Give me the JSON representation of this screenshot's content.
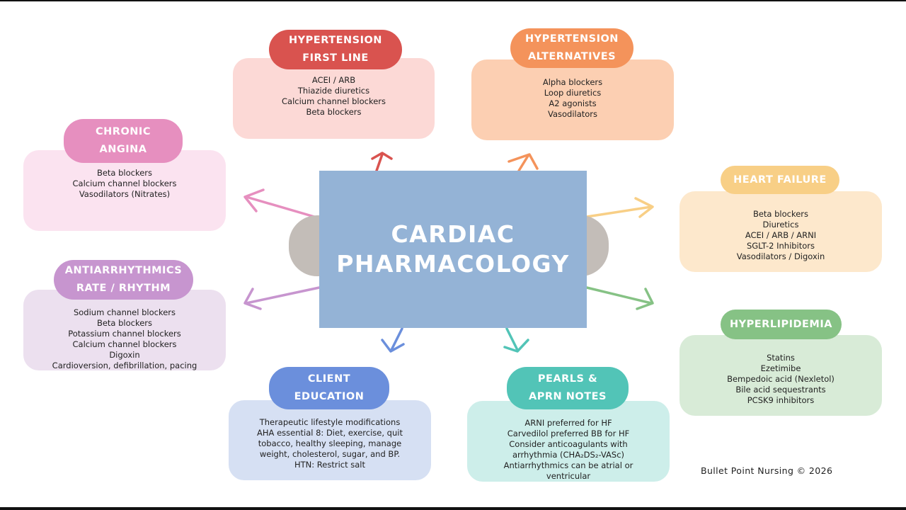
{
  "title": [
    "CARDIAC",
    "PHARMACOLOGY"
  ],
  "footer": "Bullet Point Nursing © 2026",
  "colors": {
    "center": "#94b3d6",
    "hypertension_first_line": "#d9534f",
    "hypertension_alternatives": "#f4935b",
    "chronic_angina": "#e68fbf",
    "heart_failure": "#f8cf86",
    "antiarrhythmics": "#c795cf",
    "hyperlipidemia": "#86c285",
    "client_education": "#6b8fdc",
    "pearls": "#52c4b7"
  },
  "nodes": {
    "hypertension_first_line": {
      "title": [
        "HYPERTENSION",
        "FIRST LINE"
      ],
      "items": [
        "ACEI / ARB",
        "Thiazide diuretics",
        "Calcium channel blockers",
        "Beta blockers"
      ]
    },
    "hypertension_alternatives": {
      "title": [
        "HYPERTENSION",
        "ALTERNATIVES"
      ],
      "items": [
        "Alpha blockers",
        "Loop diuretics",
        "A2 agonists",
        "Vasodilators"
      ]
    },
    "chronic_angina": {
      "title": [
        "CHRONIC",
        "ANGINA"
      ],
      "items": [
        "Beta blockers",
        "Calcium channel blockers",
        "Vasodilators (Nitrates)"
      ]
    },
    "heart_failure": {
      "title": [
        "HEART FAILURE"
      ],
      "items": [
        "Beta blockers",
        "Diuretics",
        "ACEI / ARB / ARNI",
        "SGLT-2 Inhibitors",
        "Vasodilators / Digoxin"
      ]
    },
    "antiarrhythmics": {
      "title": [
        "ANTIARRHYTHMICS",
        "RATE / RHYTHM"
      ],
      "items": [
        "Sodium channel blockers",
        "Beta blockers",
        "Potassium channel blockers",
        "Calcium channel blockers",
        "Digoxin",
        "Cardioversion, defibrillation, pacing"
      ]
    },
    "hyperlipidemia": {
      "title": [
        "HYPERLIPIDEMIA"
      ],
      "items": [
        "Statins",
        "Ezetimibe",
        "Bempedoic acid (Nexletol)",
        "Bile acid sequestrants",
        "PCSK9 inhibitors"
      ]
    },
    "client_education": {
      "title": [
        "CLIENT",
        "EDUCATION"
      ],
      "items": [
        "Therapeutic lifestyle modifications",
        "AHA essential 8: Diet, exercise, quit",
        "tobacco, healthy sleeping, manage",
        "weight, cholesterol, sugar, and BP.",
        "HTN: Restrict salt"
      ]
    },
    "pearls": {
      "title": [
        "PEARLS &",
        "APRN NOTES"
      ],
      "items": [
        "ARNI preferred for HF",
        "Carvedilol preferred BB for HF",
        "Consider anticoagulants with",
        "arrhythmia (CHA₂DS₂-VASc)",
        "Antiarrhythmics can be atrial or",
        "ventricular"
      ]
    }
  }
}
